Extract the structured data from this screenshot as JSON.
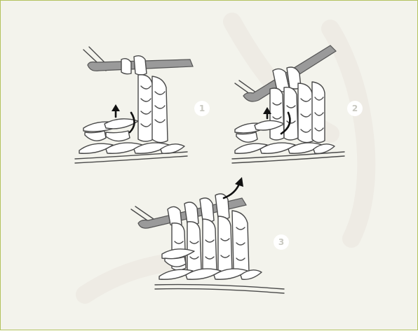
{
  "steps": [
    {
      "label": "1"
    },
    {
      "label": "2"
    },
    {
      "label": "3"
    }
  ],
  "colors": {
    "background": "#f3f3ec",
    "border": "#b3c25e",
    "yarn_outline": "#4a4a4a",
    "hook": "#9a9a9a",
    "arrow": "#111111",
    "badge_text": "#c8c8c0"
  }
}
